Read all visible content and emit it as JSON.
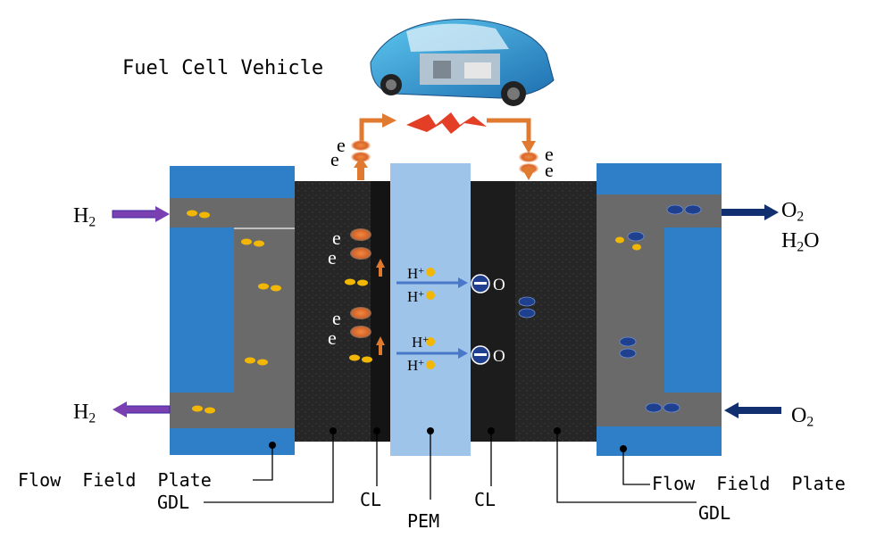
{
  "title": "Fuel Cell Vehicle",
  "inputs": {
    "h2_in": "H",
    "h2_in_sub": "2",
    "h2_out": "H",
    "h2_out_sub": "2",
    "o2_out": "O",
    "o2_out_sub": "2",
    "h2o_pre": "H",
    "h2o_sub": "2",
    "h2o_post": "O",
    "o2_in": "O",
    "o2_in_sub": "2"
  },
  "particles": {
    "electron": "e",
    "proton": "H",
    "proton_charge": "+",
    "oxygen": "O",
    "minus": "−"
  },
  "labels": {
    "flow_field_plate_left": "Flow  Field  Plate",
    "flow_field_plate_right": "Flow  Field  Plate",
    "gdl_left": "GDL",
    "gdl_right": "GDL",
    "cl_left": "CL",
    "cl_right": "CL",
    "pem": "PEM"
  },
  "colors": {
    "plate_blue": "#2f7fc8",
    "channel_gray": "#6a6a6a",
    "pem_blue": "#9fc4ea",
    "gdl_dark": "#222222",
    "electron_orange": "#e0722a",
    "hydrogen_yellow": "#f2b705",
    "oxygen_navy": "#1f3f8f",
    "h2_arrow_purple": "#7a3fb0",
    "o2_arrow_navy": "#12306f"
  },
  "icons": [
    "car-icon",
    "lightning-bolt-icon"
  ]
}
